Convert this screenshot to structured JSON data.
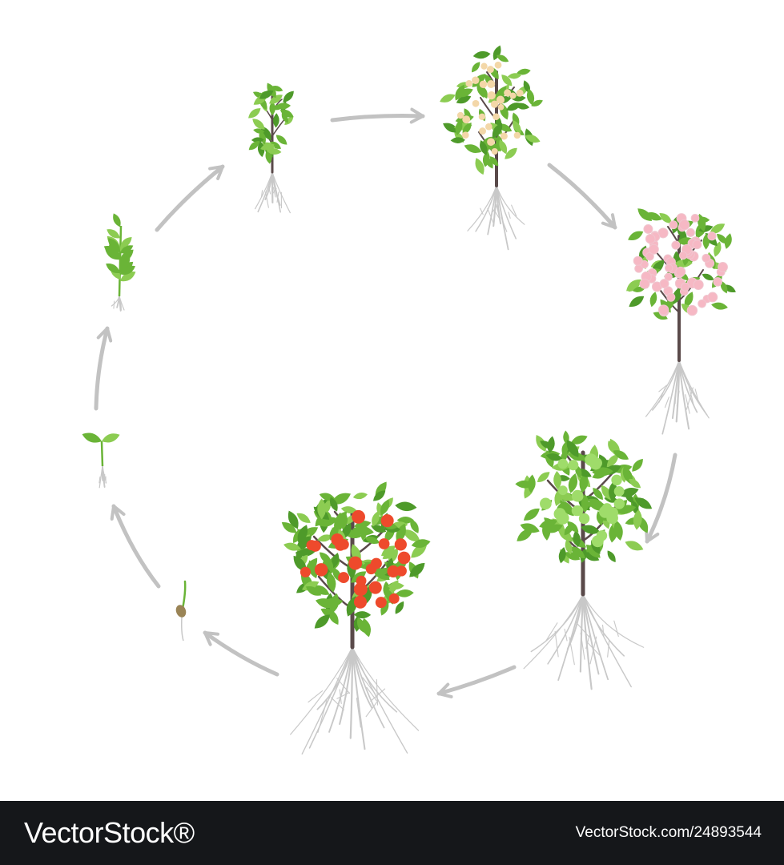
{
  "title": "",
  "stages": [
    {
      "id": "seed",
      "label": ""
    },
    {
      "id": "sprout",
      "label": ""
    },
    {
      "id": "seedling",
      "label": ""
    },
    {
      "id": "young-plant",
      "label": ""
    },
    {
      "id": "budding-tree",
      "label": ""
    },
    {
      "id": "flowering-tree",
      "label": ""
    },
    {
      "id": "unripe-fruit-tree",
      "label": ""
    },
    {
      "id": "ripe-fruit-tree",
      "label": ""
    }
  ],
  "colors": {
    "leaf": "#6ab437",
    "leaf_light": "#8ccc52",
    "leaf_dark": "#4e9a2a",
    "trunk": "#5a4a4a",
    "root": "#c8c8c8",
    "arrow": "#c2c2c2",
    "blossom": "#f6b8c4",
    "bud": "#f3d7a8",
    "unripe_fruit": "#9fdc6a",
    "ripe_fruit": "#ee4a2c",
    "footer_bg": "#15171a",
    "footer_text": "#ffffff"
  },
  "footer": {
    "logo_text": "VectorStock®",
    "image_id": "VectorStock.com/24893544"
  }
}
